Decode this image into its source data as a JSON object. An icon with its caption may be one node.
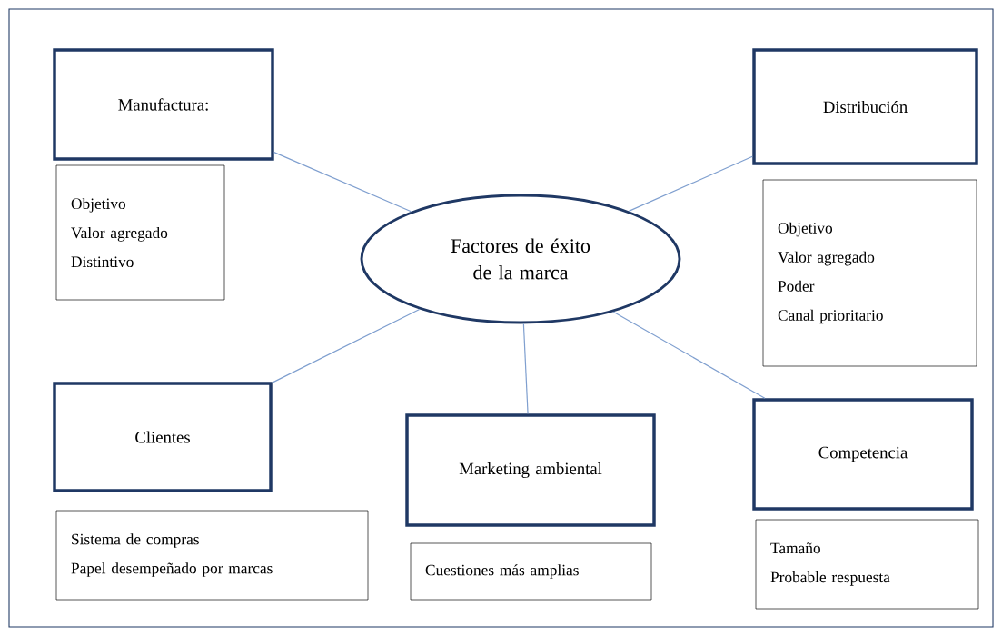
{
  "diagram": {
    "nodes": [
      {
        "text": [
          "Factores de éxito de la marca"
        ]
      },
      {
        "text": [
          "Manufactura:"
        ]
      },
      {
        "text": [
          "Objetivo",
          "Valor agregado",
          "Distintivo"
        ]
      },
      {
        "text": [
          "Distribución"
        ]
      },
      {
        "text": [
          "Objetivo",
          "Valor agregado",
          "Poder",
          "Canal prioritario"
        ]
      },
      {
        "text": [
          "Clientes"
        ]
      },
      {
        "text": [
          "Sistema de compras",
          "Papel desempeñado por marcas"
        ]
      },
      {
        "text": [
          "Marketing ambiental"
        ]
      },
      {
        "text": [
          "Cuestiones más amplias"
        ]
      },
      {
        "text": [
          "Competencia"
        ]
      },
      {
        "text": [
          "Tamaño",
          "Probable respuesta"
        ]
      }
    ],
    "edges": [
      {
        "from": 0,
        "to": 1,
        "arrow": "none"
      },
      {
        "from": 0,
        "to": 3,
        "arrow": "none"
      },
      {
        "from": 0,
        "to": 5,
        "arrow": "none"
      },
      {
        "from": 0,
        "to": 7,
        "arrow": "none"
      },
      {
        "from": 0,
        "to": 9,
        "arrow": "none"
      }
    ]
  }
}
